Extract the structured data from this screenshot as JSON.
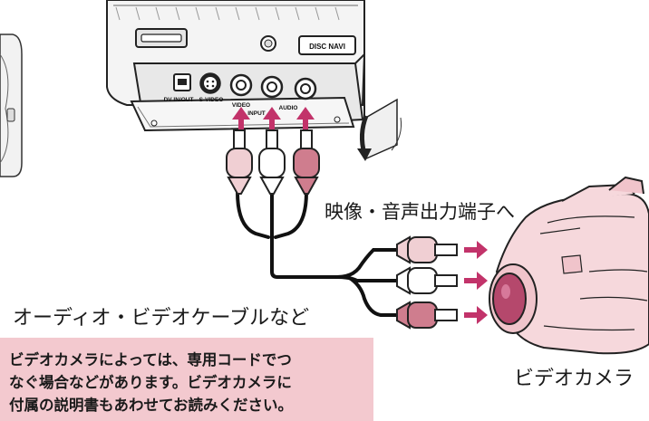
{
  "panel": {
    "disc_navi": "DISC NAVI",
    "dv_in_out": "DV IN/OUT",
    "s_video": "S-VIDEO",
    "video": "VIDEO",
    "input": "INPUT",
    "audio": "AUDIO"
  },
  "labels": {
    "output_terminal": "映像・音声出力端子へ",
    "cable": "オーディオ・ビデオケーブルなど",
    "camera": "ビデオカメラ"
  },
  "note": {
    "lines": [
      "ビデオカメラによっては、専用コードでつ",
      "なぐ場合などがあります。ビデオカメラに",
      "付属の説明書もあわせてお読みください。"
    ]
  },
  "colors": {
    "arrow": "#c2336a",
    "plug_pink_light": "#f0cfd3",
    "plug_white": "#ffffff",
    "plug_red": "#cf7d8e",
    "camera_body": "#f6d8dc",
    "camera_lens": "#b5486c",
    "note_bg": "#f3c9cf"
  }
}
